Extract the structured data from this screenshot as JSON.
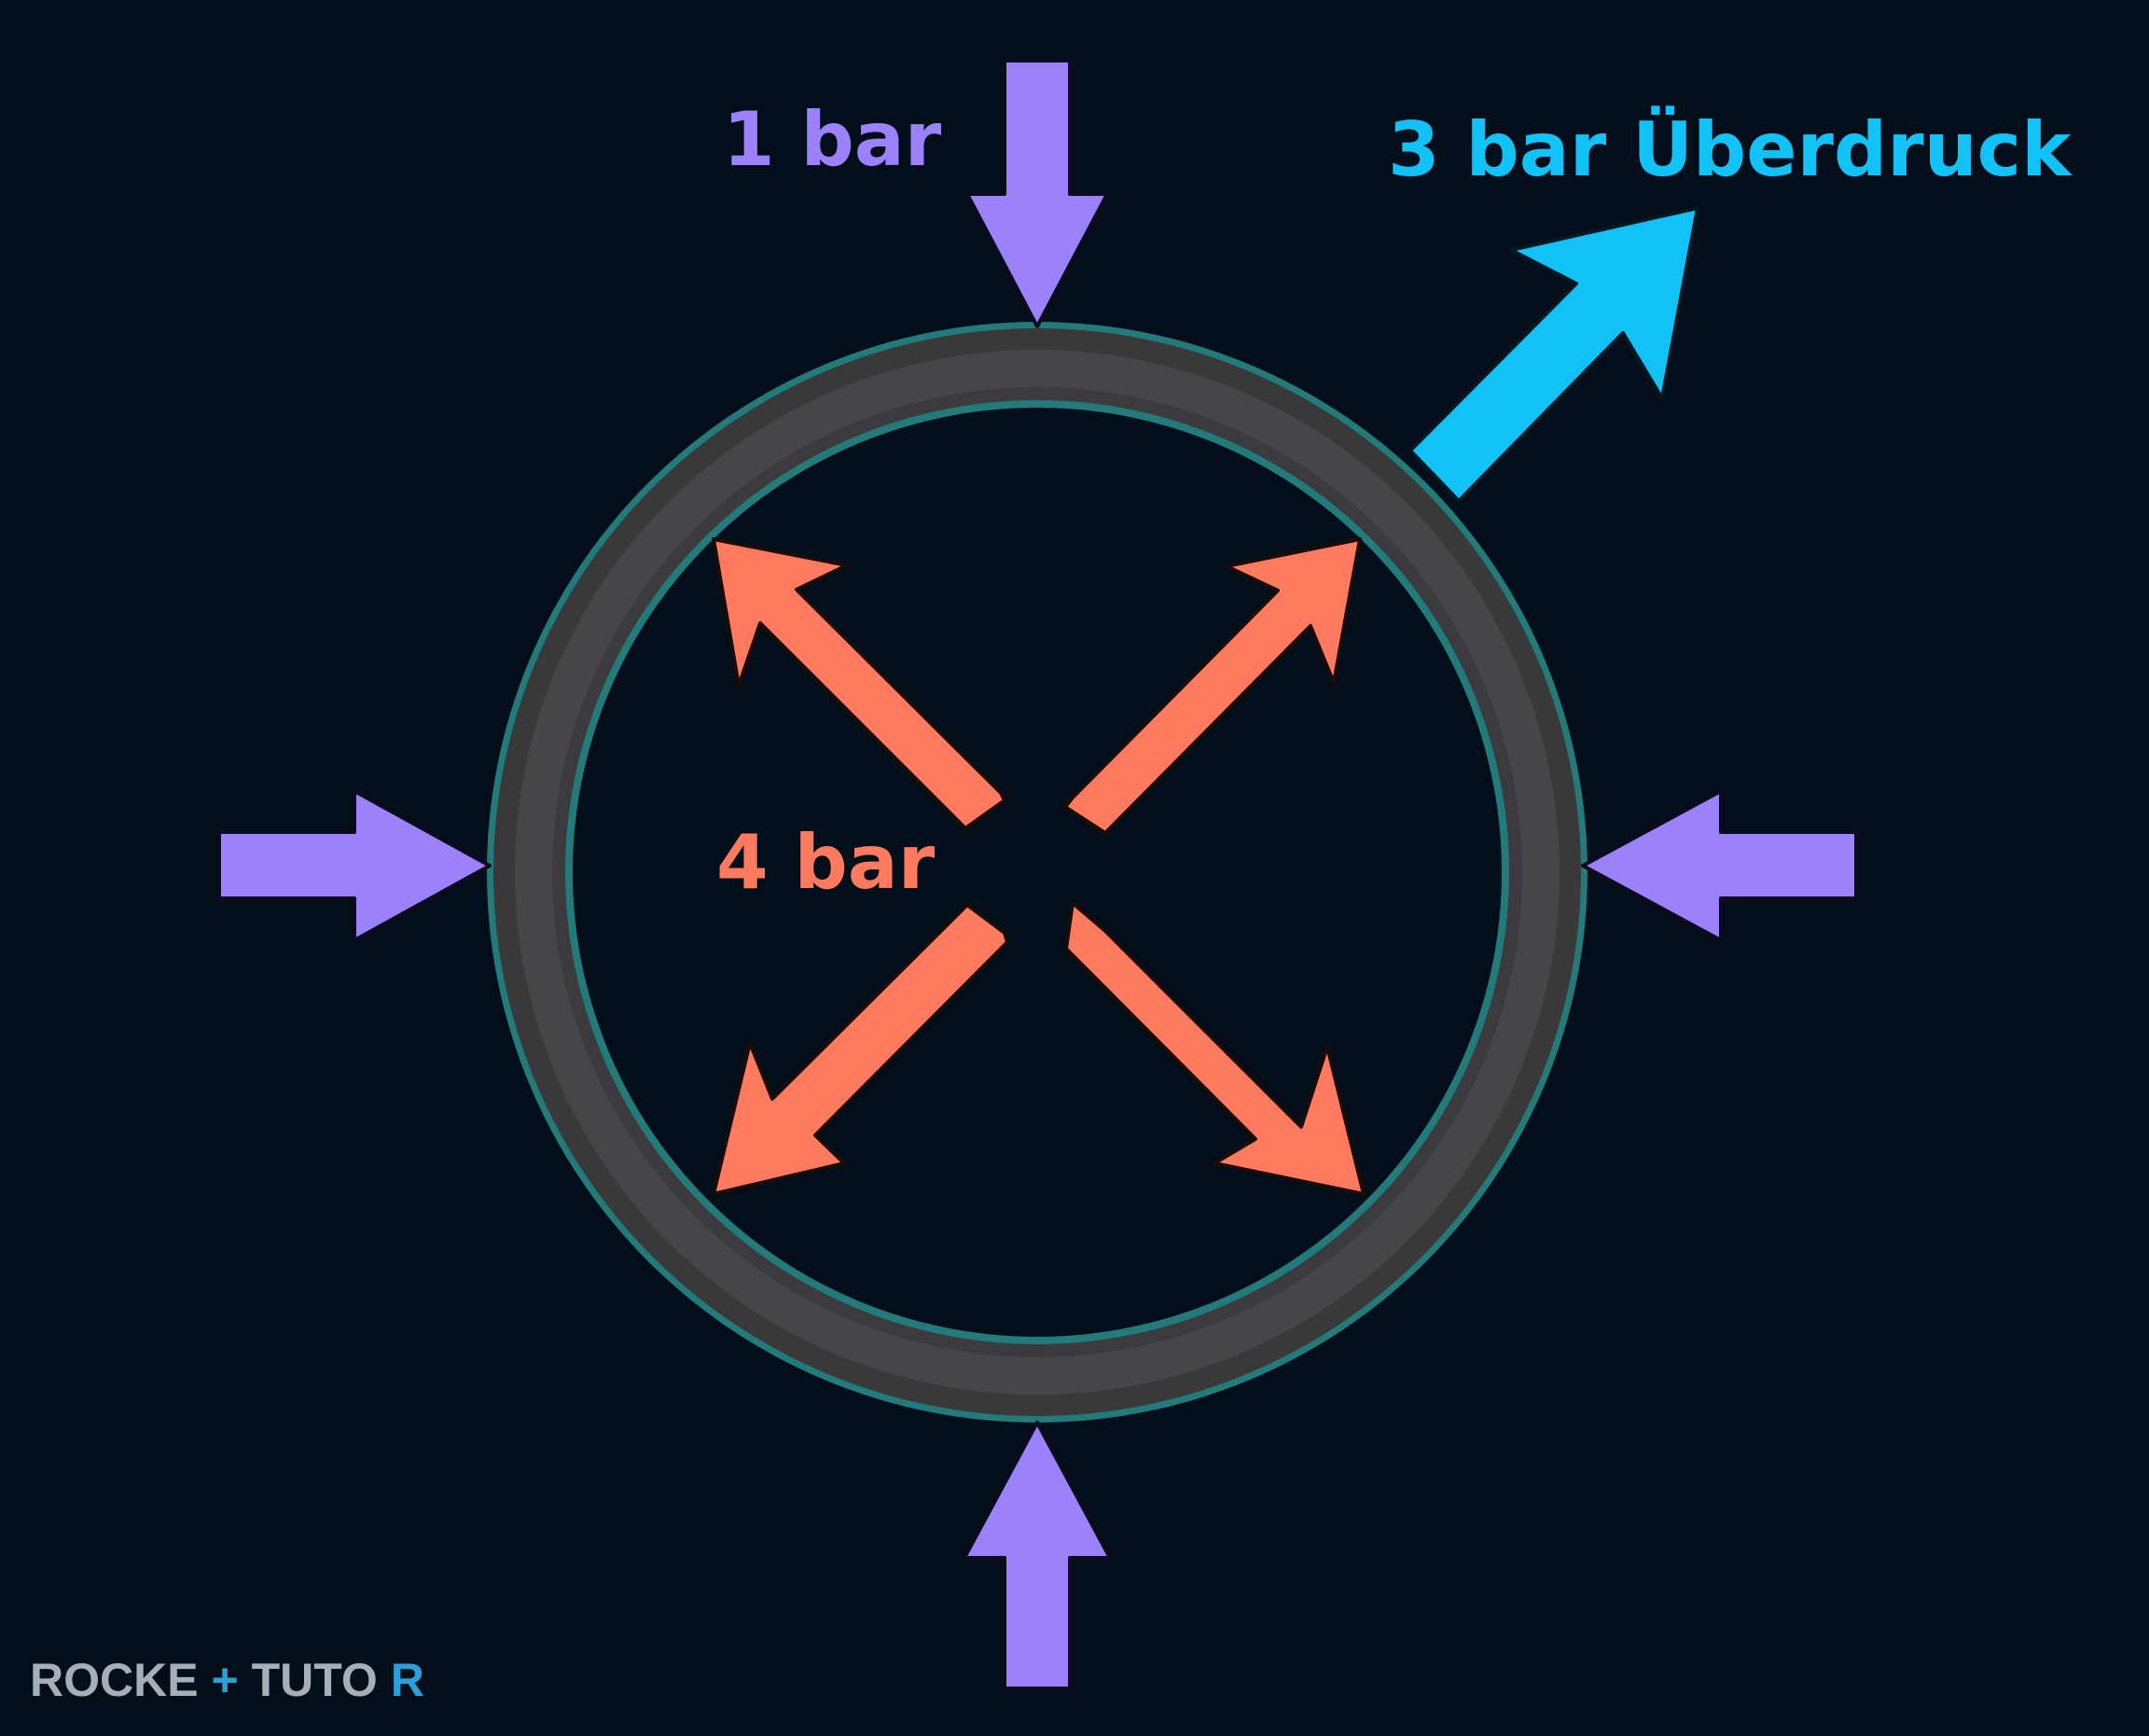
{
  "labels": {
    "outer_pressure": "1 bar",
    "inner_pressure": "4 bar",
    "overpressure": "3 bar Überdruck"
  },
  "brand": {
    "part1": "ROCKE",
    "part2": "TUTO",
    "part3": "R"
  },
  "colors": {
    "background": "#020f1b",
    "outer_arrow": "#9b82fb",
    "inner_arrow": "#ff7a5e",
    "overpressure_arrow": "#12c2f7",
    "ring_body": "#3f3f41",
    "ring_edge": "#237a7a",
    "brand_grey": "#a6afb8",
    "brand_blue": "#2a9fd8"
  },
  "icons": {
    "outer_arrows": "arrow-inward-icon",
    "inner_arrows": "arrow-outward-icon",
    "overpressure_arrow": "arrow-diagonal-icon"
  }
}
